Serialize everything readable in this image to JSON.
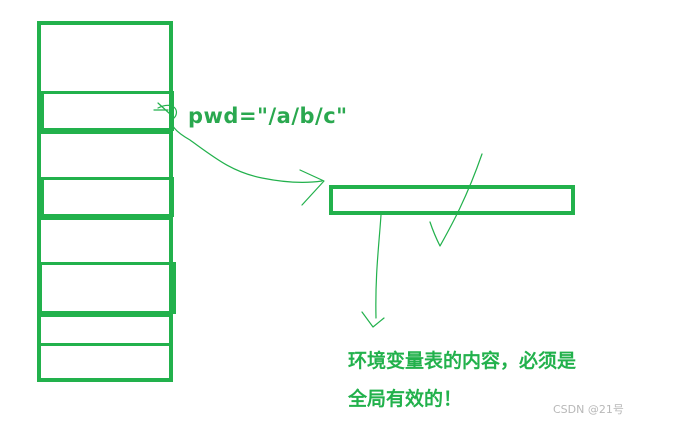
{
  "diagram": {
    "pwd_assignment": "pwd=\"/a/b/c\"",
    "note_line1": "环境变量表的内容，必须是",
    "note_line2": "全局有效的！",
    "watermark": "CSDN @21号",
    "colors": {
      "stroke": "#22b14c",
      "text": "#2aa84f",
      "watermark": "#b8b8b8"
    }
  }
}
